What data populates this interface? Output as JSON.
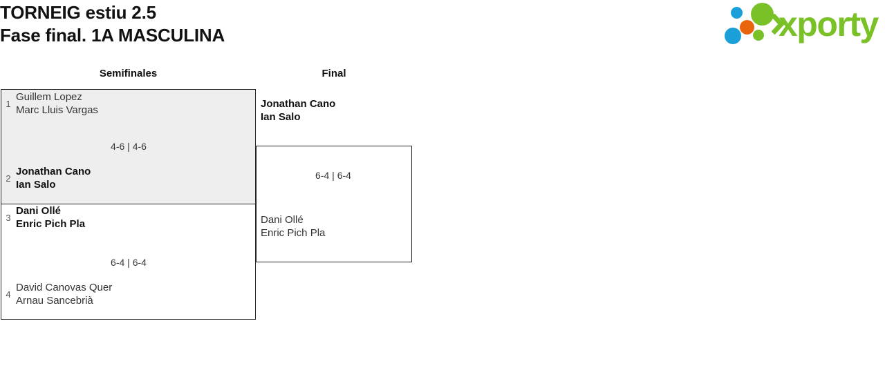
{
  "header": {
    "title_line1": "TORNEIG estiu 2.5",
    "title_line2": "Fase final. 1A MASCULINA",
    "logo": {
      "wordmark": "xporty",
      "icon_name": "xporty-dots-logo",
      "colors": {
        "green": "#7ac128",
        "blue": "#1b9fd8",
        "orange": "#e8650d"
      }
    }
  },
  "bracket": {
    "rounds": [
      {
        "id": "semifinals",
        "label": "Semifinales"
      },
      {
        "id": "final",
        "label": "Final"
      }
    ],
    "matches": {
      "semifinal_1": {
        "shaded": true,
        "top": {
          "seed": "1",
          "player1": "Guillem Lopez",
          "player2": "Marc Lluis Vargas",
          "winner": false
        },
        "bottom": {
          "seed": "2",
          "player1": "Jonathan Cano",
          "player2": "Ian Salo",
          "winner": true
        },
        "score": "4-6 | 4-6"
      },
      "semifinal_2": {
        "shaded": false,
        "top": {
          "seed": "3",
          "player1": "Dani Ollé",
          "player2": "Enric Pich Pla",
          "winner": true
        },
        "bottom": {
          "seed": "4",
          "player1": "David Canovas Quer",
          "player2": "Arnau Sancebrià",
          "winner": false
        },
        "score": "6-4 | 6-4"
      },
      "final": {
        "shaded": false,
        "top": {
          "seed": "",
          "player1": "Jonathan Cano",
          "player2": "Ian Salo",
          "winner": true
        },
        "bottom": {
          "seed": "",
          "player1": "Dani Ollé",
          "player2": "Enric Pich Pla",
          "winner": false
        },
        "score": "6-4 | 6-4"
      }
    }
  }
}
